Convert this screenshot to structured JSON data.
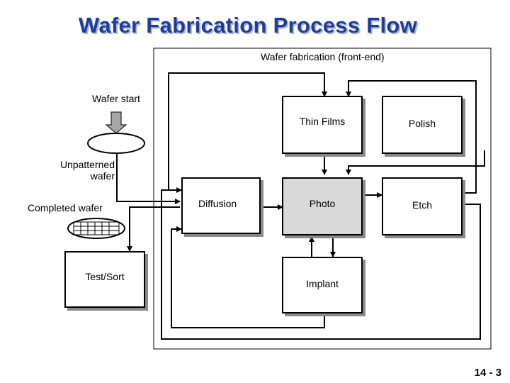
{
  "title": "Wafer Fabrication Process Flow",
  "region_label": "Wafer fabrication (front-end)",
  "labels": {
    "wafer_start": "Wafer start",
    "unpatterned_line1": "Unpatterned",
    "unpatterned_line2": "wafer",
    "completed_wafer": "Completed wafer"
  },
  "steps": {
    "thin_films": "Thin Films",
    "polish": "Polish",
    "diffusion": "Diffusion",
    "photo": "Photo",
    "etch": "Etch",
    "implant": "Implant",
    "test_sort": "Test/Sort"
  },
  "page_number": "14 - 3",
  "colors": {
    "title": "#1f3c9a",
    "photo_fill": "#d9d9d9",
    "box_shadow": "#8a8a8a",
    "start_arrow": "#a6a6a6"
  }
}
